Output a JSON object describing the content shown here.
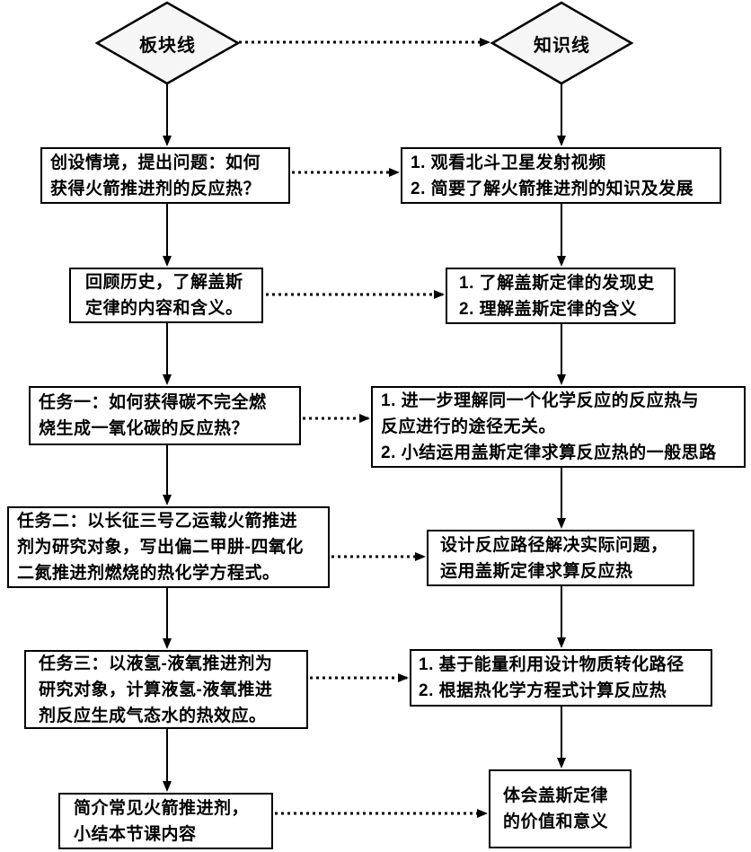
{
  "diamonds": {
    "module_line": "板块线",
    "knowledge_line": "知识线"
  },
  "left_column": [
    {
      "lines": [
        "创设情境，提出问题：如何",
        "获得火箭推进剂的反应热？"
      ]
    },
    {
      "lines": [
        "回顾历史，了解盖斯",
        "定律的内容和含义。"
      ]
    },
    {
      "lines": [
        "任务一：如何获得碳不完全燃",
        "烧生成一氧化碳的反应热？"
      ]
    },
    {
      "lines": [
        "任务二：以长征三号乙运载火箭推进",
        "剂为研究对象，写出偏二甲肼-四氧化",
        "二氮推进剂燃烧的热化学方程式。"
      ]
    },
    {
      "lines": [
        "任务三：以液氢-液氧推进剂为",
        "研究对象，计算液氢-液氧推进",
        "剂反应生成气态水的热效应。"
      ]
    },
    {
      "lines": [
        "简介常见火箭推进剂，",
        "小结本节课内容"
      ]
    }
  ],
  "right_column": [
    {
      "lines": [
        "1. 观看北斗卫星发射视频",
        "2. 简要了解火箭推进剂的知识及发展"
      ]
    },
    {
      "lines": [
        "1. 了解盖斯定律的发现史",
        "2. 理解盖斯定律的含义"
      ]
    },
    {
      "lines": [
        "1. 进一步理解同一个化学反应的反应热与",
        "反应进行的途径无关。",
        "2. 小结运用盖斯定律求算反应热的一般思路"
      ]
    },
    {
      "lines": [
        "设计反应路径解决实际问题，",
        "运用盖斯定律求算反应热"
      ]
    },
    {
      "lines": [
        "1. 基于能量利用设计物质转化路径",
        "2. 根据热化学方程式计算反应热"
      ]
    },
    {
      "lines": [
        "体会盖斯定律",
        "的价值和意义"
      ]
    }
  ],
  "colors": {
    "border": "#000000",
    "text": "#000000",
    "diamond_fill": "#f6f6f6",
    "box_fill": "#ffffff"
  }
}
